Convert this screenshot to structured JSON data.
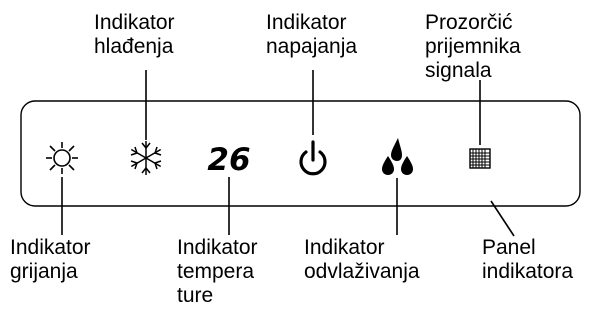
{
  "labels": {
    "cooling_indicator": "Indikator\nhlađenja",
    "power_indicator": "Indikator\nnapajanja",
    "receiver_window": "Prozorčić\nprijemnika\nsignala",
    "heating_indicator": "Indikator\ngrijanja",
    "temperature_indicator": "Indikator\ntempera\nture",
    "dehumidify_indicator": "Indikator\nodvlaživanja",
    "indicator_panel": "Panel\nindikatora"
  },
  "display": {
    "temperature_value": "26"
  },
  "icons": [
    "sun-icon",
    "snowflake-icon",
    "power-icon",
    "droplets-icon",
    "receiver-grid-icon"
  ]
}
